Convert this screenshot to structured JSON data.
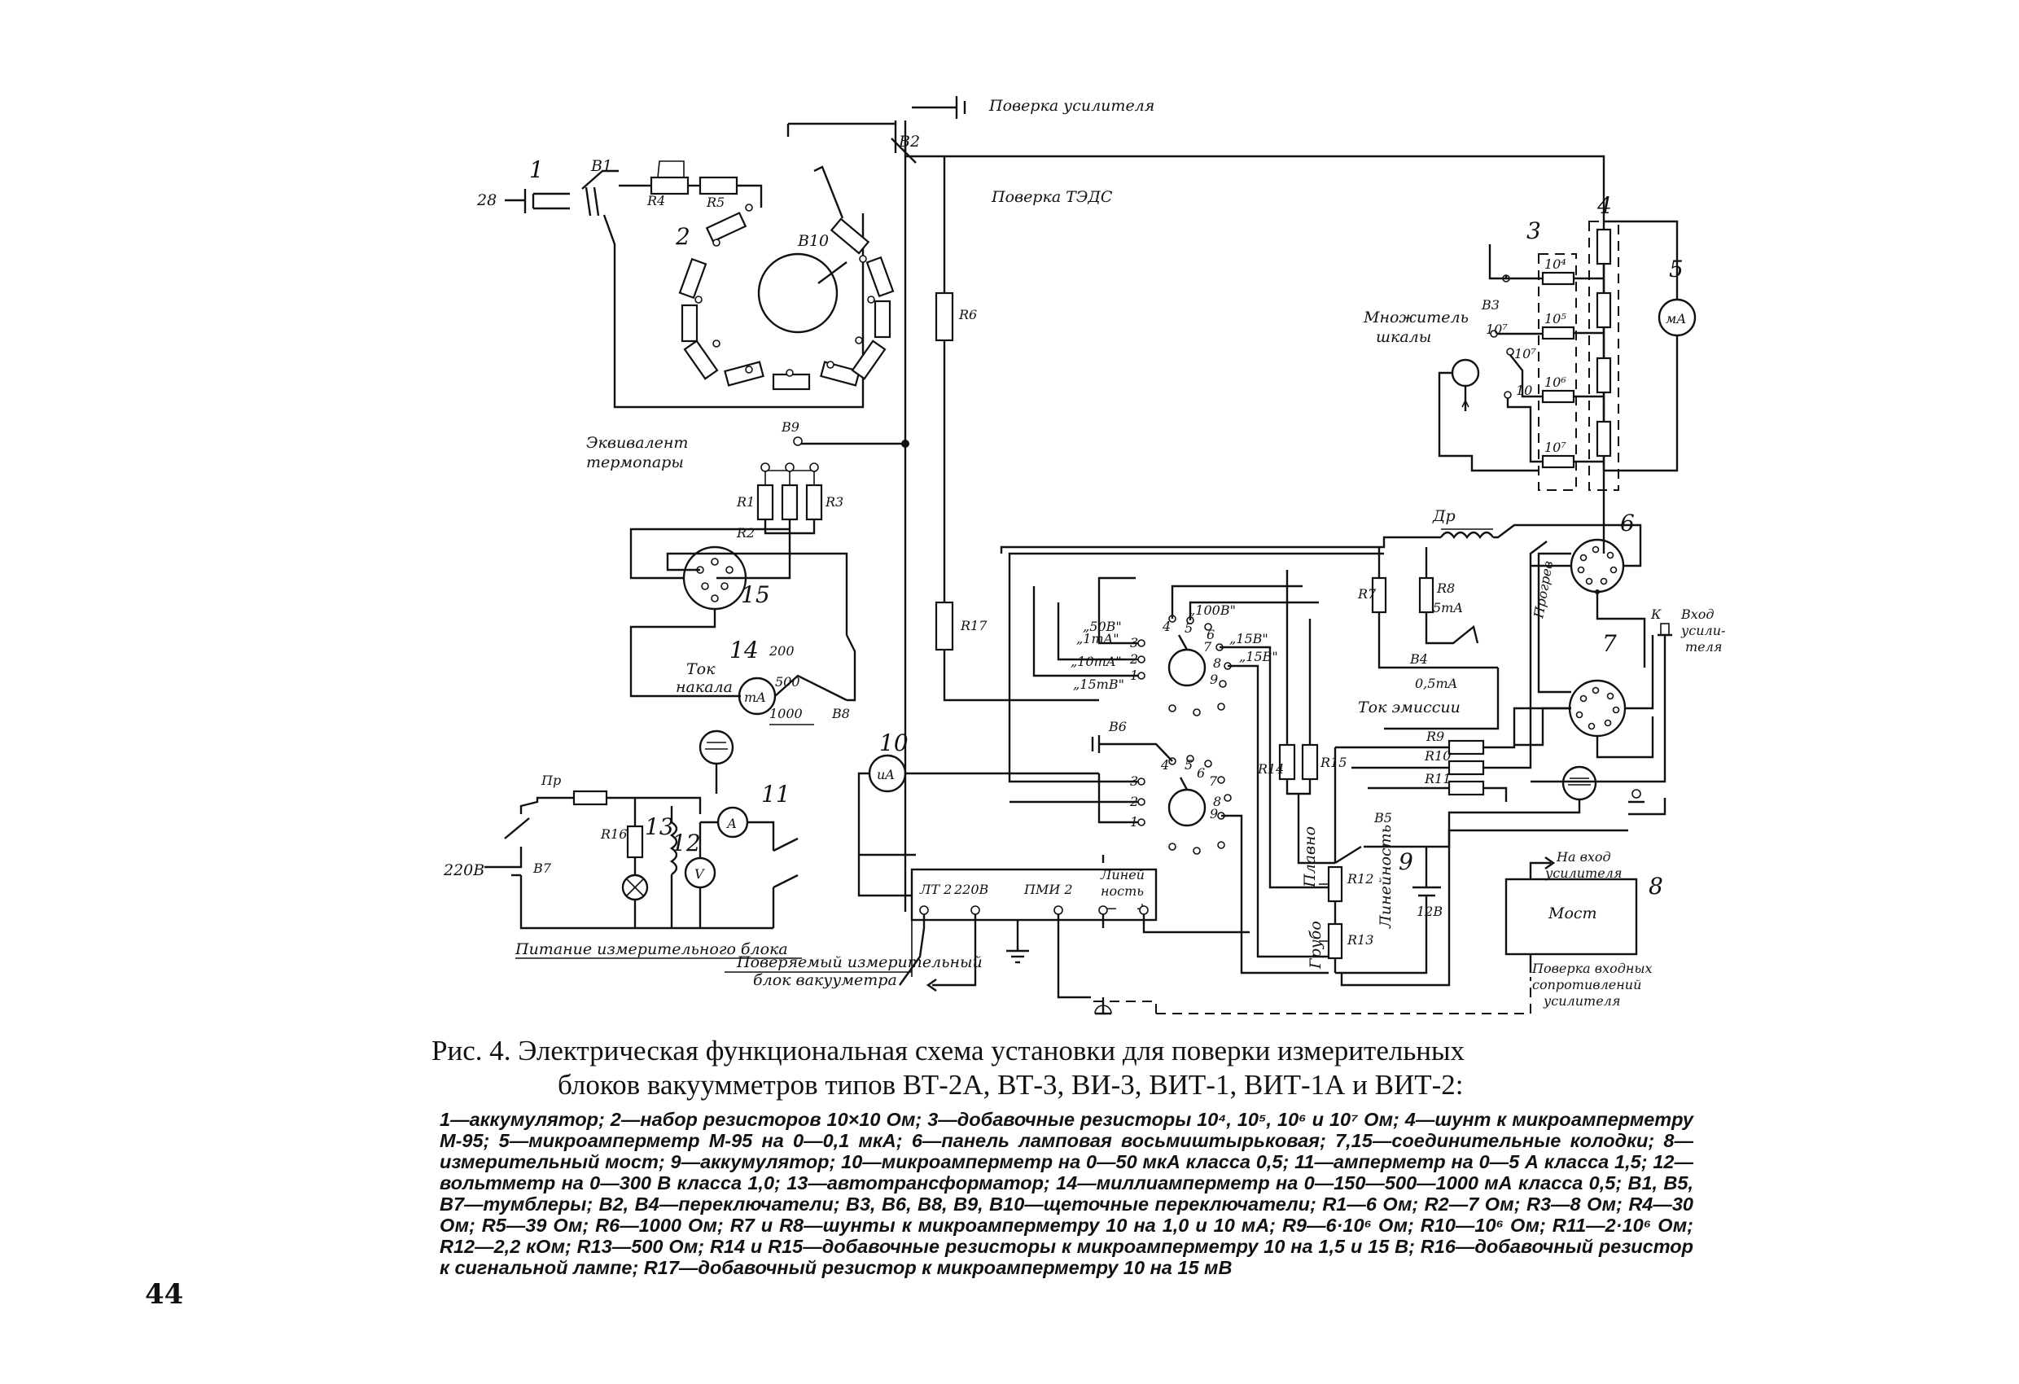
{
  "diagram": {
    "labels": {
      "check_amplifier_top": "Поверка усилителя",
      "check_tzds": "Поверка ТЭДС",
      "scale_multiplier_1": "Множитель",
      "scale_multiplier_2": "шкалы",
      "thermo_equiv_1": "Эквивалент",
      "thermo_equiv_2": "термопары",
      "heater_current_1": "Ток",
      "heater_current_2": "накала",
      "emission_current": "Ток эмиссии",
      "warmup": "Прогрев",
      "amp_input_1": "Вход",
      "amp_input_2": "усили-",
      "amp_input_3": "теля",
      "to_amp_input_1": "На вход",
      "to_amp_input_2": "усилителя",
      "bridge": "Мост",
      "check_input_res_1": "Поверка входных",
      "check_input_res_2": "сопротивлений",
      "check_input_res_3": "усилителя",
      "smooth": "Плавно",
      "coarse": "Грубо",
      "linearity": "Линейность",
      "linearity_block": "Линейность",
      "power_block": "Питание измерительного блока",
      "checked_block_1": "Поверяемый измерительный",
      "checked_block_2": "блок вакууметра",
      "v220": "220В",
      "v28": "28",
      "v12": "12В",
      "terminal_lt": "ЛТ 2",
      "terminal_220": "220В",
      "terminal_pmi": "ПМИ 2",
      "terminal_lin_1": "Линей",
      "terminal_lin_2": "ность",
      "dr": "Др",
      "pr": "Пр",
      "k": "К",
      "r4_5ma": "5mA",
      "r4_05ma": "0,5mA",
      "sw_50v": "„50В\"",
      "sw_100v": "„100В\"",
      "sw_1ma": "„1mA\"",
      "sw_10ma": "„10mA\"",
      "sw_15mv": "„15mВ\"",
      "sw_15v": "„15В\"",
      "sw_15v2": "„15В\"",
      "ma_200": "200",
      "ma_500": "500",
      "ma_1000": "1000",
      "mult_104": "10⁴",
      "mult_105": "10⁵",
      "mult_106": "10⁶",
      "mult_107": "10⁷",
      "mult_sw_107": "10⁷",
      "mult_sw_107b": "10⁷",
      "mult_sw_10": "10",
      "ua": "uA",
      "ma": "mA",
      "mka": "мА",
      "amp_a": "А",
      "volt_v": "V",
      "n1": "1",
      "n2": "2",
      "n3": "3",
      "n4": "4",
      "n5": "5",
      "n6": "6",
      "n7": "7",
      "n8": "8",
      "n9": "9",
      "n10": "10",
      "n11": "11",
      "n12": "12",
      "n13": "13",
      "n14": "14",
      "n15": "15",
      "B1": "В1",
      "B2": "В2",
      "B3": "В3",
      "B4": "В4",
      "B5": "В5",
      "B6": "В6",
      "B7": "В7",
      "B8": "В8",
      "B9": "В9",
      "B10": "В10",
      "R1": "R1",
      "R2": "R2",
      "R3": "R3",
      "R4": "R4",
      "R5": "R5",
      "R6": "R6",
      "R7": "R7",
      "R8": "R8",
      "R9": "R9",
      "R10": "R10",
      "R11": "R11",
      "R12": "R12",
      "R13": "R13",
      "R14": "R14",
      "R15": "R15",
      "R16": "R16",
      "R17": "R17"
    }
  },
  "caption": {
    "title_line1": "Рис. 4. Электрическая функциональная схема установки для поверки измерительных",
    "title_line2": "блоков вакуумметров типов ВТ-2А, ВТ-3, ВИ-3, ВИТ-1, ВИТ-1А и ВИТ-2:",
    "legend": "1—аккумулятор; 2—набор резисторов 10×10 Ом; 3—добавочные резисторы 10⁴, 10⁵, 10⁶ и 10⁷ Ом; 4—шунт к микроамперметру М-95; 5—микроамперметр М-95 на 0—0,1 мкА; 6—панель ламповая восьмиштырьковая; 7,15—соединительные колодки; 8—измерительный мост; 9—аккумулятор; 10—микроамперметр на 0—50 мкА класса 0,5; 11—амперметр на 0—5 А класса 1,5; 12—вольтметр на 0—300 В класса 1,0; 13—автотрансформатор; 14—миллиамперметр на 0—150—500—1000 мА класса 0,5; В1, В5, В7—тумблеры; В2, В4—переключатели; В3, В6, В8, В9, В10—щеточные переключатели; R1—6 Ом; R2—7 Ом; R3—8 Ом; R4—30 Ом; R5—39 Ом; R6—1000 Ом; R7 и R8—шунты к микроамперметру 10 на 1,0 и 10 мА; R9—6·10⁶ Ом; R10—10⁶ Ом; R11—2·10⁶ Ом; R12—2,2 кОм; R13—500 Ом; R14 и R15—добавочные резисторы к микроамперметру 10 на 1,5 и 15 В; R16—добавочный резистор к сигнальной лампе; R17—добавочный резистор к микроамперметру 10 на 15 мВ",
    "page_mark": "44"
  }
}
